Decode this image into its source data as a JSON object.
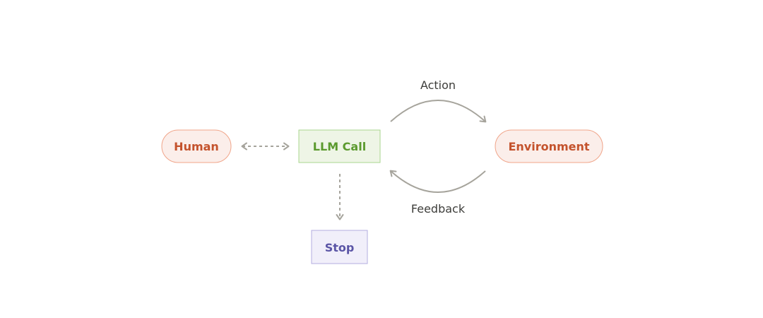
{
  "nodes": {
    "human": {
      "label": "Human"
    },
    "llm_call": {
      "label": "LLM Call"
    },
    "environment": {
      "label": "Environment"
    },
    "stop": {
      "label": "Stop"
    }
  },
  "edges": {
    "action": {
      "label": "Action"
    },
    "feedback": {
      "label": "Feedback"
    }
  },
  "colors": {
    "human_fill": "#fbeeea",
    "human_stroke": "#f0a58a",
    "human_text": "#c4532d",
    "llm_fill": "#eef5e6",
    "llm_stroke": "#a9d68f",
    "llm_text": "#5b9a2e",
    "stop_fill": "#f1effa",
    "stop_stroke": "#b3aee0",
    "stop_text": "#5b55a6",
    "arrow": "#a6a49c"
  }
}
